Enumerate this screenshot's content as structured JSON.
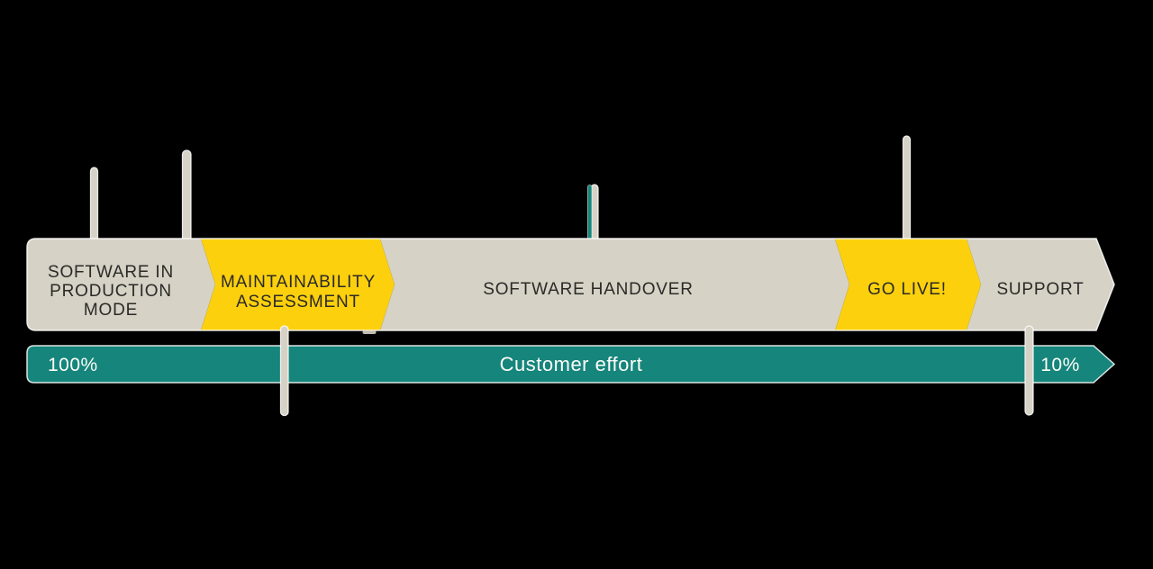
{
  "colors": {
    "background": "#000000",
    "beige": "#d6d2c6",
    "yellow": "#fcd00d",
    "teal": "#16857b",
    "outline": "#ffffff",
    "text_dark": "#2b2a27",
    "text_light": "#fdfdf9"
  },
  "process_band": {
    "segments": [
      {
        "id": "software-in-production-mode",
        "color": "beige",
        "lines": [
          "SOFTWARE IN",
          "PRODUCTION",
          "MODE"
        ]
      },
      {
        "id": "maintainability-assessment",
        "color": "yellow",
        "lines": [
          "MAINTAINABILITY",
          "ASSESSMENT"
        ]
      },
      {
        "id": "software-handover",
        "color": "beige",
        "lines": [
          "SOFTWARE HANDOVER"
        ]
      },
      {
        "id": "go-live",
        "color": "yellow",
        "lines": [
          "GO LIVE!"
        ]
      },
      {
        "id": "support",
        "color": "beige",
        "lines": [
          "SUPPORT"
        ]
      }
    ]
  },
  "effort_band": {
    "left_value": "100%",
    "label": "Customer effort",
    "right_value": "10%"
  }
}
